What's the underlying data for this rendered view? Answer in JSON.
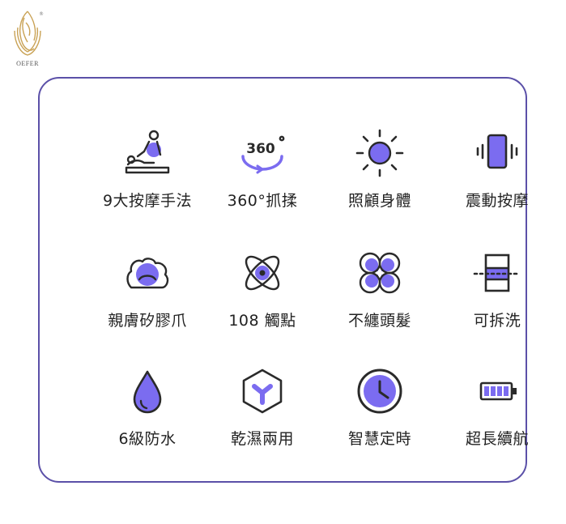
{
  "brand": {
    "name": "OEFER",
    "reg": "®"
  },
  "accent": "#7b6cf0",
  "stroke": "#2a2a2a",
  "features": [
    {
      "label": "9大按摩手法",
      "icon": "massage-therapist-icon"
    },
    {
      "label": "360°抓揉",
      "icon": "rotate-360-icon",
      "badge": "360"
    },
    {
      "label": "照顧身體",
      "icon": "sun-icon"
    },
    {
      "label": "震動按摩",
      "icon": "phone-vibrate-icon"
    },
    {
      "label": "親膚矽膠爪",
      "icon": "silicone-claw-icon"
    },
    {
      "label": "108 觸點",
      "icon": "atom-contact-icon"
    },
    {
      "label": "不纏頭髮",
      "icon": "hair-clover-icon"
    },
    {
      "label": "可拆洗",
      "icon": "detachable-icon"
    },
    {
      "label": "6級防水",
      "icon": "water-drop-icon"
    },
    {
      "label": "乾濕兩用",
      "icon": "hexagon-y-icon"
    },
    {
      "label": "智慧定時",
      "icon": "clock-timer-icon"
    },
    {
      "label": "超長續航",
      "icon": "battery-icon"
    }
  ]
}
